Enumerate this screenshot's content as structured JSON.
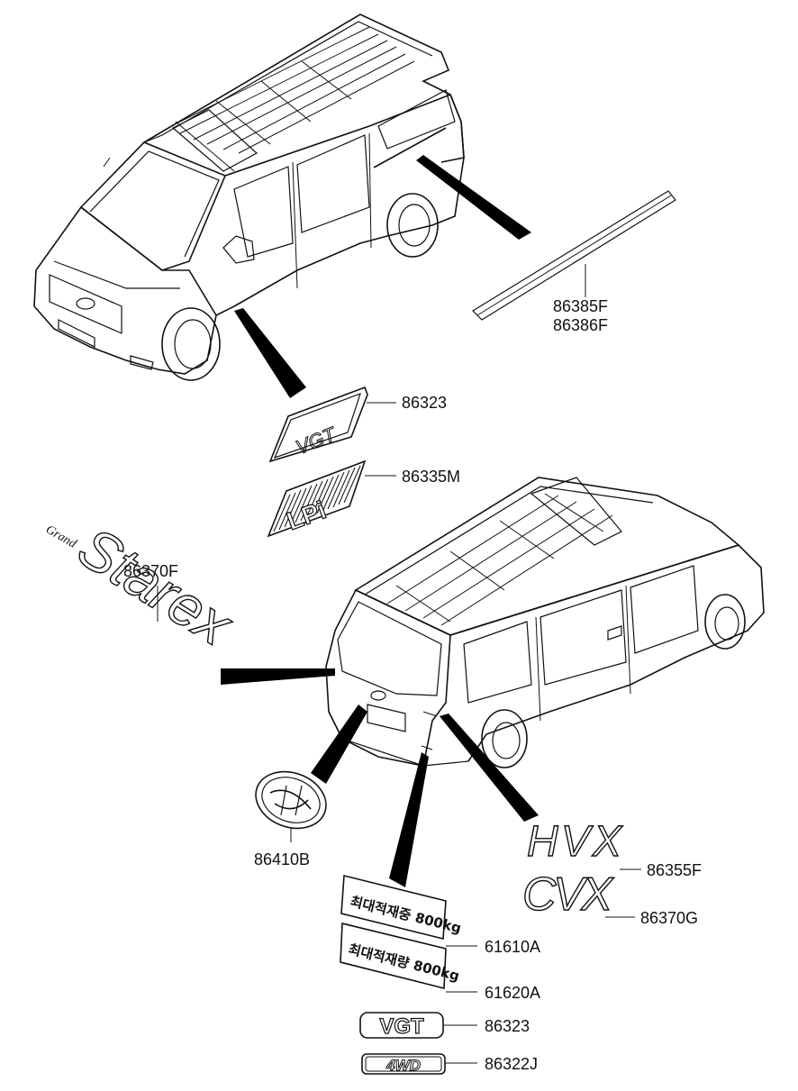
{
  "colors": {
    "line": "#111111",
    "background": "#ffffff"
  },
  "callouts": [
    {
      "id": "trim-rear",
      "code": "86385F"
    },
    {
      "id": "trim-rear-2",
      "code": "86386F"
    },
    {
      "id": "vgt-side",
      "code": "86323"
    },
    {
      "id": "lpi-side",
      "code": "86335M"
    },
    {
      "id": "starex",
      "code": "86370F"
    },
    {
      "id": "hyundai-emblem",
      "code": "86410B"
    },
    {
      "id": "hvx",
      "code": "86355F"
    },
    {
      "id": "cvx",
      "code": "86370G"
    },
    {
      "id": "load-label-1",
      "code": "61610A"
    },
    {
      "id": "load-label-2",
      "code": "61620A"
    },
    {
      "id": "vgt-rear",
      "code": "86323"
    },
    {
      "id": "4wd",
      "code": "86322J"
    }
  ],
  "emblems": {
    "vgt_side": "VGT",
    "lpi": "LPi",
    "starex": "Starex",
    "grand": "Grand",
    "hvx": "HVX",
    "cvx": "CVX",
    "load1": "최대적재중 800kg",
    "load2": "최대적재량 800kg",
    "vgt_rear": "VGT",
    "wd": "4WD"
  }
}
